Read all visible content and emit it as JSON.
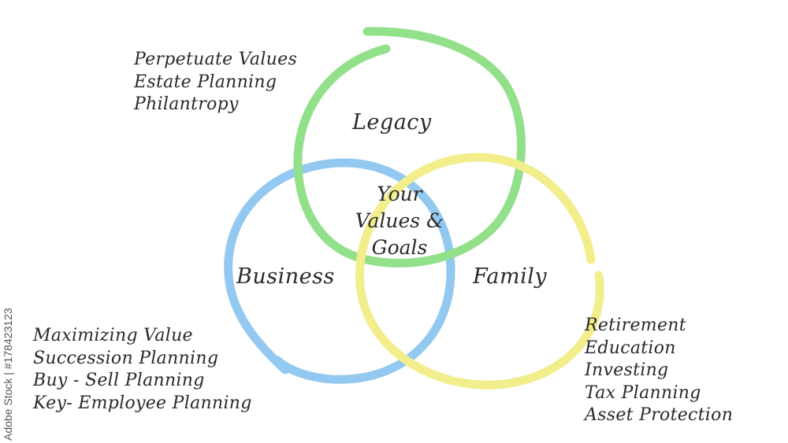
{
  "diagram": {
    "center": {
      "lines": [
        "Your",
        "Values &",
        "Goals"
      ]
    },
    "circles": [
      {
        "name": "Legacy",
        "color": "#93e08a",
        "items": [
          "Perpetuate Values",
          "Estate Planning",
          "Philantropy"
        ]
      },
      {
        "name": "Business",
        "color": "#93c9f0",
        "items": [
          "Maximizing Value",
          "Succession Planning",
          "Buy  - Sell Planning",
          "Key- Employee Planning"
        ]
      },
      {
        "name": "Family",
        "color": "#f2ee8c",
        "items": [
          "Retirement",
          "Education",
          "Investing",
          "Tax Planning",
          "Asset Protection"
        ]
      }
    ]
  },
  "watermark": {
    "text": "Adobe Stock | #178423123"
  }
}
